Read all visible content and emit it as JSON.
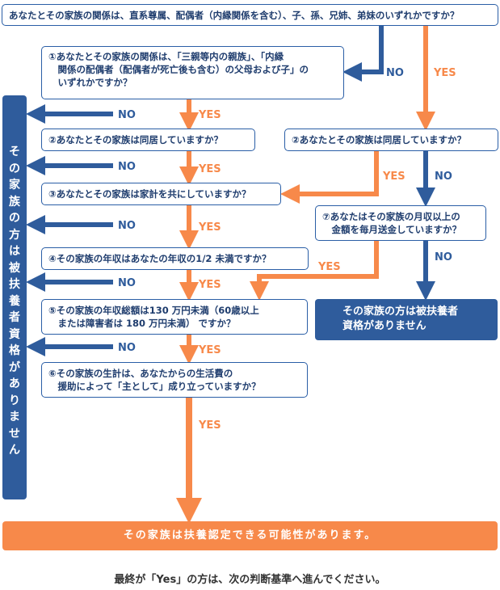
{
  "questions": {
    "q0": "あなたとその家族の関係は、直系尊属、配偶者（内縁関係を含む）、子、孫、兄姉、弟妹のいずれかですか？",
    "q1": "①あなたとその家族の関係は、「三親等内の親族」、「内縁\n　関係の配偶者（配偶者が死亡後も含む）の父母および子」の\n　いずれかですか？",
    "q2_left": "②あなたとその家族は同居していますか？",
    "q2_right": "②あなたとその家族は同居していますか？",
    "q3": "③あなたとその家族は家計を共にしていますか？",
    "q7": "⑦あなたはその家族の月収以上の\n　金額を毎月送金していますか？",
    "q4": "④その家族の年収はあなたの年収の1/2 未満ですか？",
    "q5": "⑤その家族の年収総額は130 万円未満（60歳以上\n　または障害者は 180 万円未満） ですか？",
    "q6": "⑥その家族の生計は、あなたからの生活費の\n　援助によって「主として」成り立っていますか？"
  },
  "labels": {
    "yes": "YES",
    "no": "NO"
  },
  "results": {
    "not_eligible_right": "その家族の方は被扶養者\n資格がありません",
    "not_eligible_left": "その家族の方は被扶養者資格がありません",
    "eligible": "その家族は扶養認定できる可能性があります。"
  },
  "footer": "最終が「Yes」の方は、次の判断基準へ進んでください。",
  "colors": {
    "yes": "#f7894a",
    "no": "#2f5c9c",
    "border": "#2a5ea6"
  }
}
